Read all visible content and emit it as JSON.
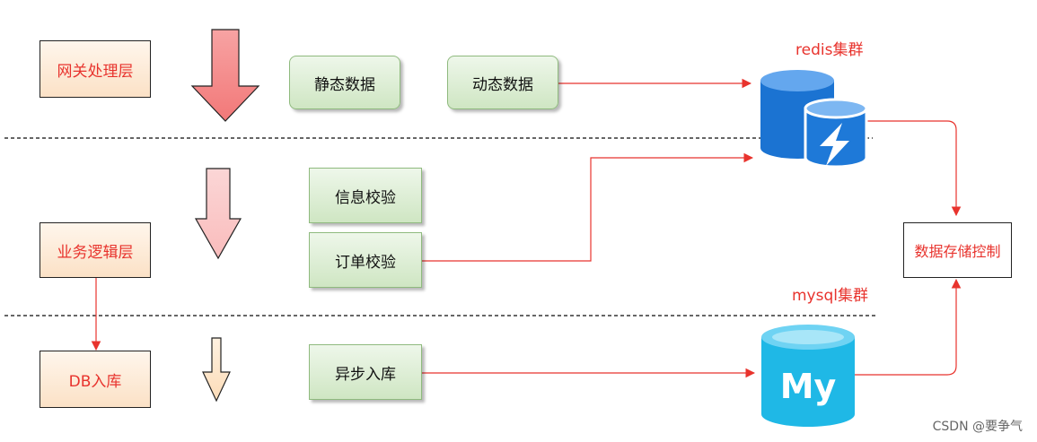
{
  "layers": {
    "gateway": "网关处理层",
    "business": "业务逻辑层",
    "db": "DB入库"
  },
  "steps": {
    "static_data": "静态数据",
    "dynamic_data": "动态数据",
    "info_check": "信息校验",
    "order_check": "订单校验",
    "async_store": "异步入库"
  },
  "clusters": {
    "redis": "redis集群",
    "mysql": "mysql集群",
    "mysql_logo": "My"
  },
  "storage_control": "数据存储控制",
  "watermark": "CSDN @要争气",
  "colors": {
    "accent": "#e8332d",
    "redis_blue": "#1b73d2",
    "mysql_cyan": "#1fb8e6",
    "arrow_pink": "#f58c8c",
    "arrow_light_pink": "#fbcaca",
    "arrow_peach": "#fde6cc"
  }
}
